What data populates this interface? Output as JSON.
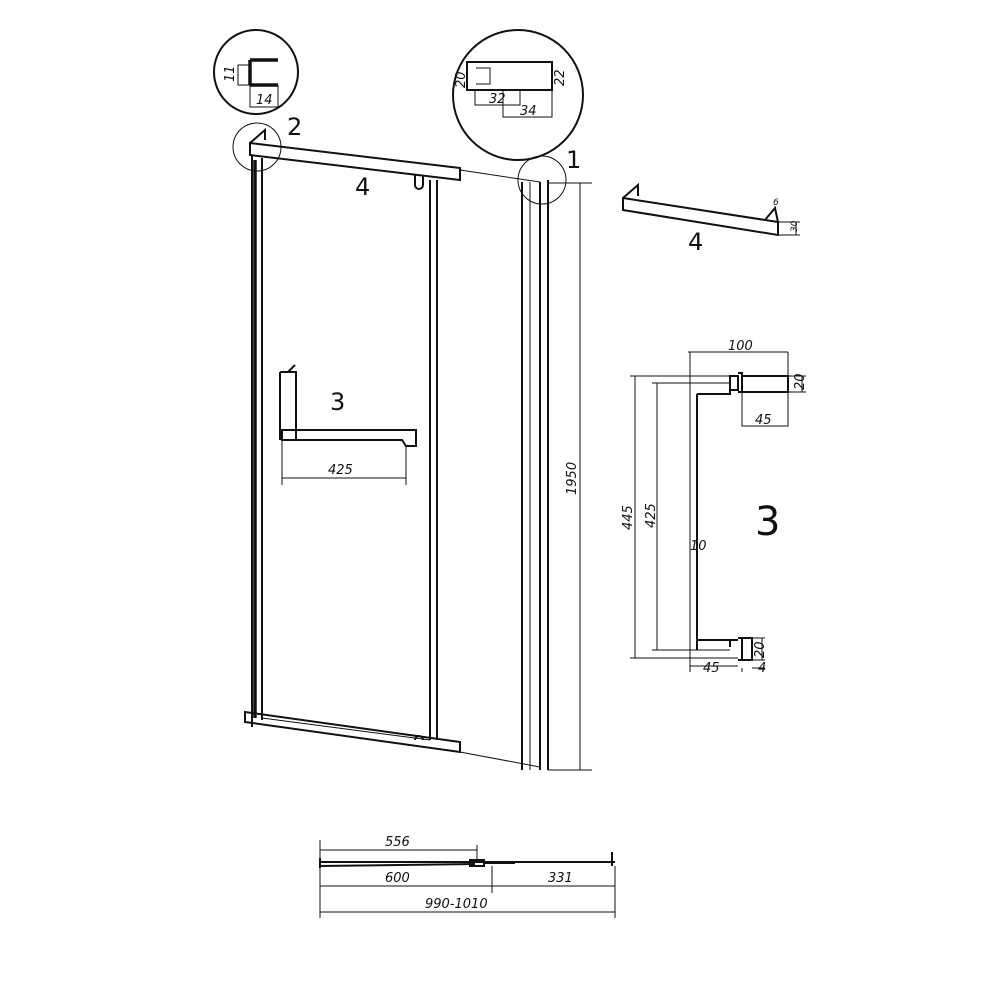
{
  "title": "Shower door technical drawing",
  "callouts": {
    "part1": "1",
    "part2": "2",
    "part3": "3",
    "part4": "4"
  },
  "detail2": {
    "height": "11",
    "width": "14"
  },
  "detail1": {
    "left_height": "20",
    "right_height": "22",
    "inner_width": "32",
    "outer_width": "34"
  },
  "door": {
    "height": "1950",
    "handle_length": "425"
  },
  "part4_detail": {
    "label": "4",
    "angle": "6",
    "height": "30"
  },
  "handle_detail": {
    "label": "3",
    "top_width": "100",
    "mount_height_top": "20",
    "mount_depth": "45",
    "overall_length": "445",
    "grip_length": "425",
    "bar_thickness": "10",
    "bottom_depth": "45",
    "bottom_height": "20",
    "gap": "4"
  },
  "plan": {
    "door_opening": "556",
    "door_width": "600",
    "fixed_panel": "331",
    "total_width": "990-1010"
  }
}
